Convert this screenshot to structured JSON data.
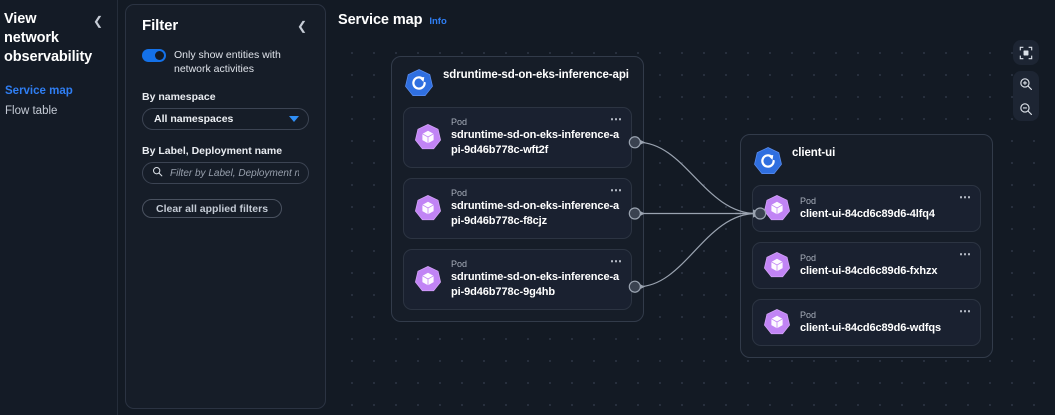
{
  "leftnav": {
    "title": "View network observability",
    "collapse_icon": "chevron-left-icon",
    "items": [
      {
        "label": "Service map",
        "active": true
      },
      {
        "label": "Flow table",
        "active": false
      }
    ]
  },
  "filter": {
    "title": "Filter",
    "collapse_icon": "chevron-left-icon",
    "toggle": {
      "label": "Only show entities with network activities",
      "on": true,
      "accent": "#1471e8"
    },
    "namespace": {
      "label": "By namespace",
      "value": "All namespaces",
      "caret_icon": "chevron-down-icon"
    },
    "label_deployment": {
      "label": "By Label, Deployment name",
      "search_icon": "search-icon",
      "value": "",
      "placeholder": "Filter by Label, Deployment name"
    },
    "clear_button": "Clear all applied filters"
  },
  "map": {
    "title": "Service map",
    "info_link": "Info",
    "controls": [
      {
        "name": "fit-to-screen-icon",
        "label": "Fit to screen"
      },
      {
        "name": "zoom-in-icon",
        "label": "Zoom in"
      },
      {
        "name": "zoom-out-icon",
        "label": "Zoom out"
      }
    ],
    "groups": [
      {
        "id": "sdruntime",
        "icon": "deployment-icon",
        "name": "sdruntime-sd-on-eks-inference-api",
        "pods": [
          {
            "kind": "Pod",
            "name": "sdruntime-sd-on-eks-inference-api-9d46b778c-wft2f",
            "menu_icon": "more-options-icon"
          },
          {
            "kind": "Pod",
            "name": "sdruntime-sd-on-eks-inference-api-9d46b778c-f8cjz",
            "menu_icon": "more-options-icon"
          },
          {
            "kind": "Pod",
            "name": "sdruntime-sd-on-eks-inference-api-9d46b778c-9g4hb",
            "menu_icon": "more-options-icon"
          }
        ]
      },
      {
        "id": "client-ui",
        "icon": "deployment-icon",
        "name": "client-ui",
        "pods": [
          {
            "kind": "Pod",
            "name": "client-ui-84cd6c89d6-4lfq4",
            "menu_icon": "more-options-icon"
          },
          {
            "kind": "Pod",
            "name": "client-ui-84cd6c89d6-fxhzx",
            "menu_icon": "more-options-icon"
          },
          {
            "kind": "Pod",
            "name": "client-ui-84cd6c89d6-wdfqs",
            "menu_icon": "more-options-icon"
          }
        ]
      }
    ]
  },
  "colors": {
    "accent_blue": "#2f7ef3",
    "deployment_icon": "#2f6fe0",
    "pod_icon": "#c184f5",
    "canvas_bg": "#131a24",
    "panel_bg": "#161d28",
    "edge": "#9aa3b0"
  }
}
